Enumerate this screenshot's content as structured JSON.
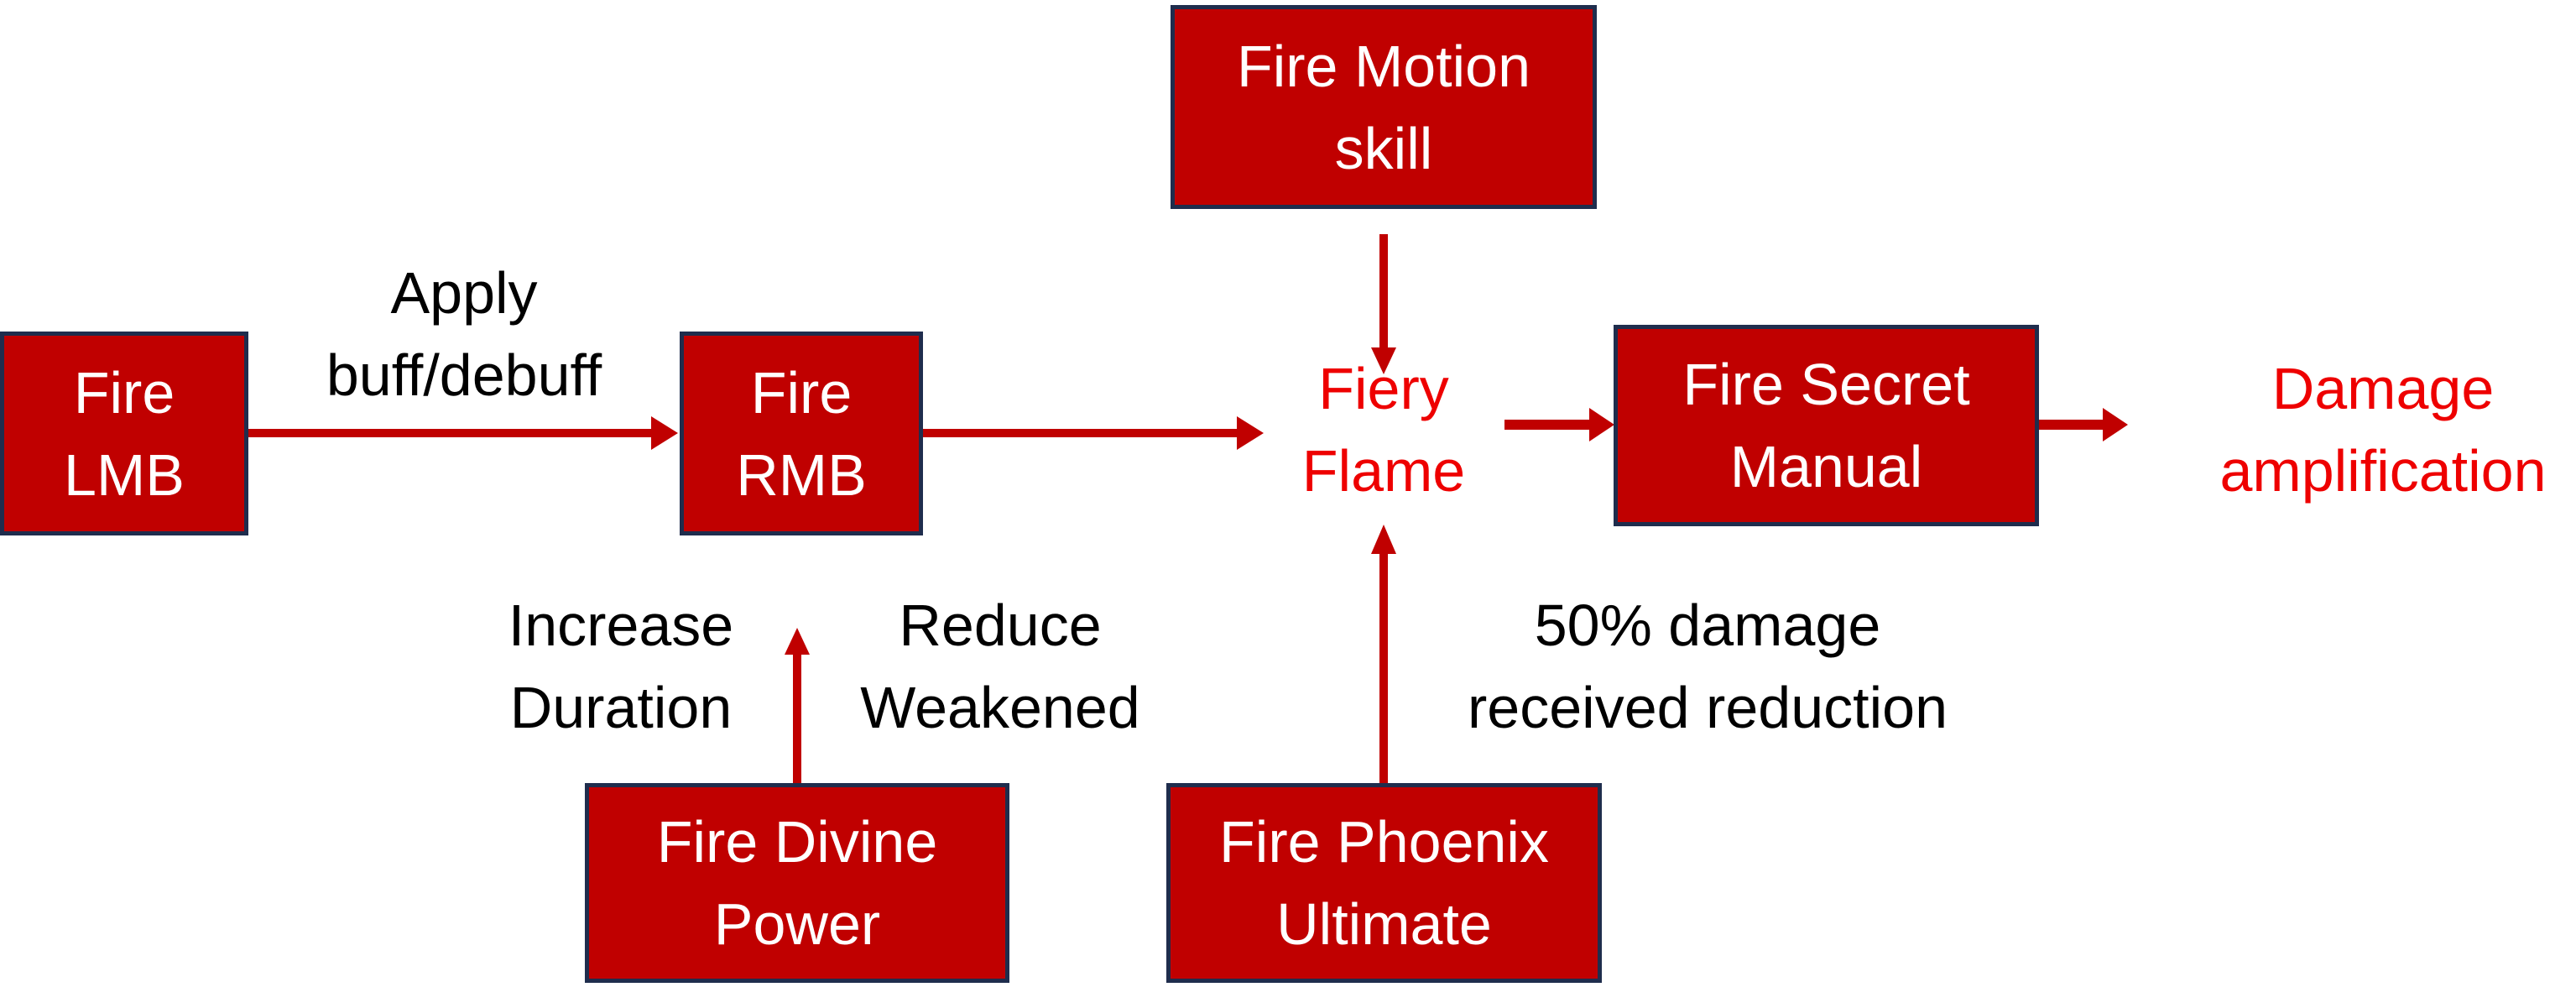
{
  "colors": {
    "box_fill": "#c00000",
    "box_border": "#1f2d4d",
    "box_text": "#ffffff",
    "arrow": "#c00000",
    "highlight_text": "#ee0000",
    "label_text": "#000000"
  },
  "nodes": {
    "fire_lmb": {
      "line1": "Fire",
      "line2": "LMB"
    },
    "fire_rmb": {
      "line1": "Fire",
      "line2": "RMB"
    },
    "fire_motion": {
      "line1": "Fire Motion",
      "line2": "skill"
    },
    "fiery_flame": {
      "line1": "Fiery",
      "line2": "Flame"
    },
    "fire_secret": {
      "line1": "Fire Secret",
      "line2": "Manual"
    },
    "damage_amp": {
      "line1": "Damage",
      "line2": "amplification"
    },
    "fire_divine": {
      "line1": "Fire Divine",
      "line2": "Power"
    },
    "fire_phoenix": {
      "line1": "Fire Phoenix",
      "line2": "Ultimate"
    }
  },
  "edge_labels": {
    "apply": {
      "line1": "Apply",
      "line2": "buff/debuff"
    },
    "increase": {
      "line1": "Increase",
      "line2": "Duration"
    },
    "reduce": {
      "line1": "Reduce",
      "line2": "Weakened"
    },
    "damage_reduction": {
      "line1": "50% damage",
      "line2": "received reduction"
    }
  },
  "edges": [
    {
      "from": "Fire LMB",
      "to": "Fire RMB",
      "label": "Apply buff/debuff"
    },
    {
      "from": "Fire RMB",
      "to": "Fiery Flame"
    },
    {
      "from": "Fire Motion skill",
      "to": "Fiery Flame"
    },
    {
      "from": "Fire Divine Power",
      "to": "Fire RMB",
      "label": "Increase Duration / Reduce Weakened"
    },
    {
      "from": "Fire Phoenix Ultimate",
      "to": "Fiery Flame",
      "label": "50% damage received reduction"
    },
    {
      "from": "Fiery Flame",
      "to": "Fire Secret Manual"
    },
    {
      "from": "Fire Secret Manual",
      "to": "Damage amplification"
    }
  ]
}
